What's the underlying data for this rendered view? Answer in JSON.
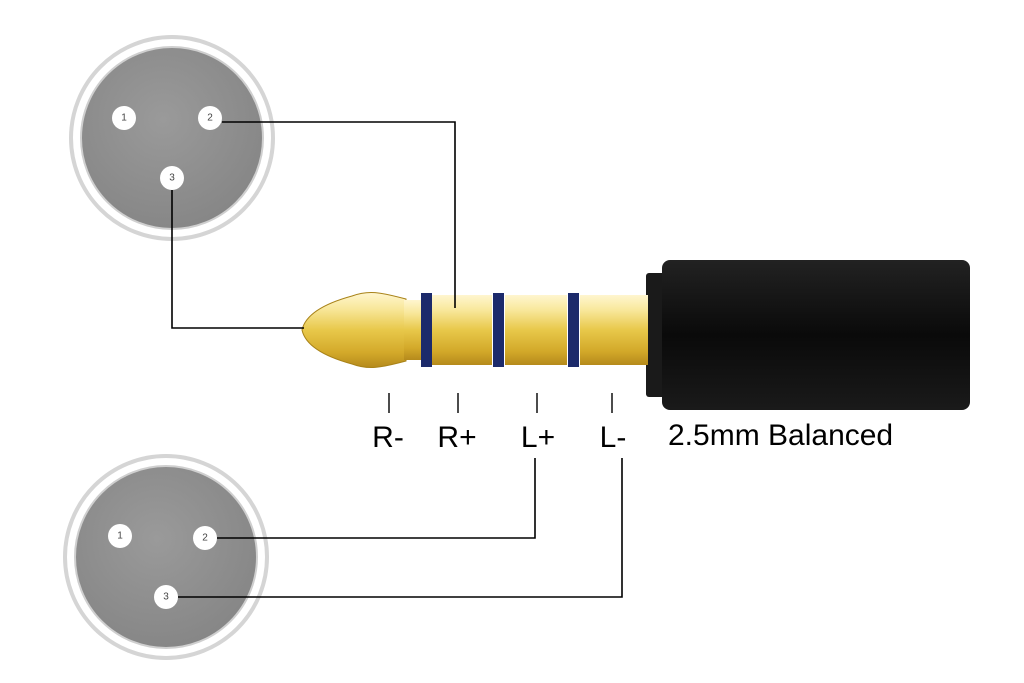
{
  "plug_label": "2.5mm Balanced",
  "segments": {
    "r_minus": "R-",
    "r_plus": "R+",
    "l_plus": "L+",
    "l_minus": "L-"
  },
  "xlr_top": {
    "pins": [
      "1",
      "2",
      "3"
    ]
  },
  "xlr_bottom": {
    "pins": [
      "1",
      "2",
      "3"
    ]
  },
  "colors": {
    "connector_face": "#8f8f8f",
    "connector_rim": "#d9d9d9",
    "plug_gold": "#e8c84a",
    "insulator_ring": "#1c2a6b",
    "plug_body": "#111111"
  }
}
